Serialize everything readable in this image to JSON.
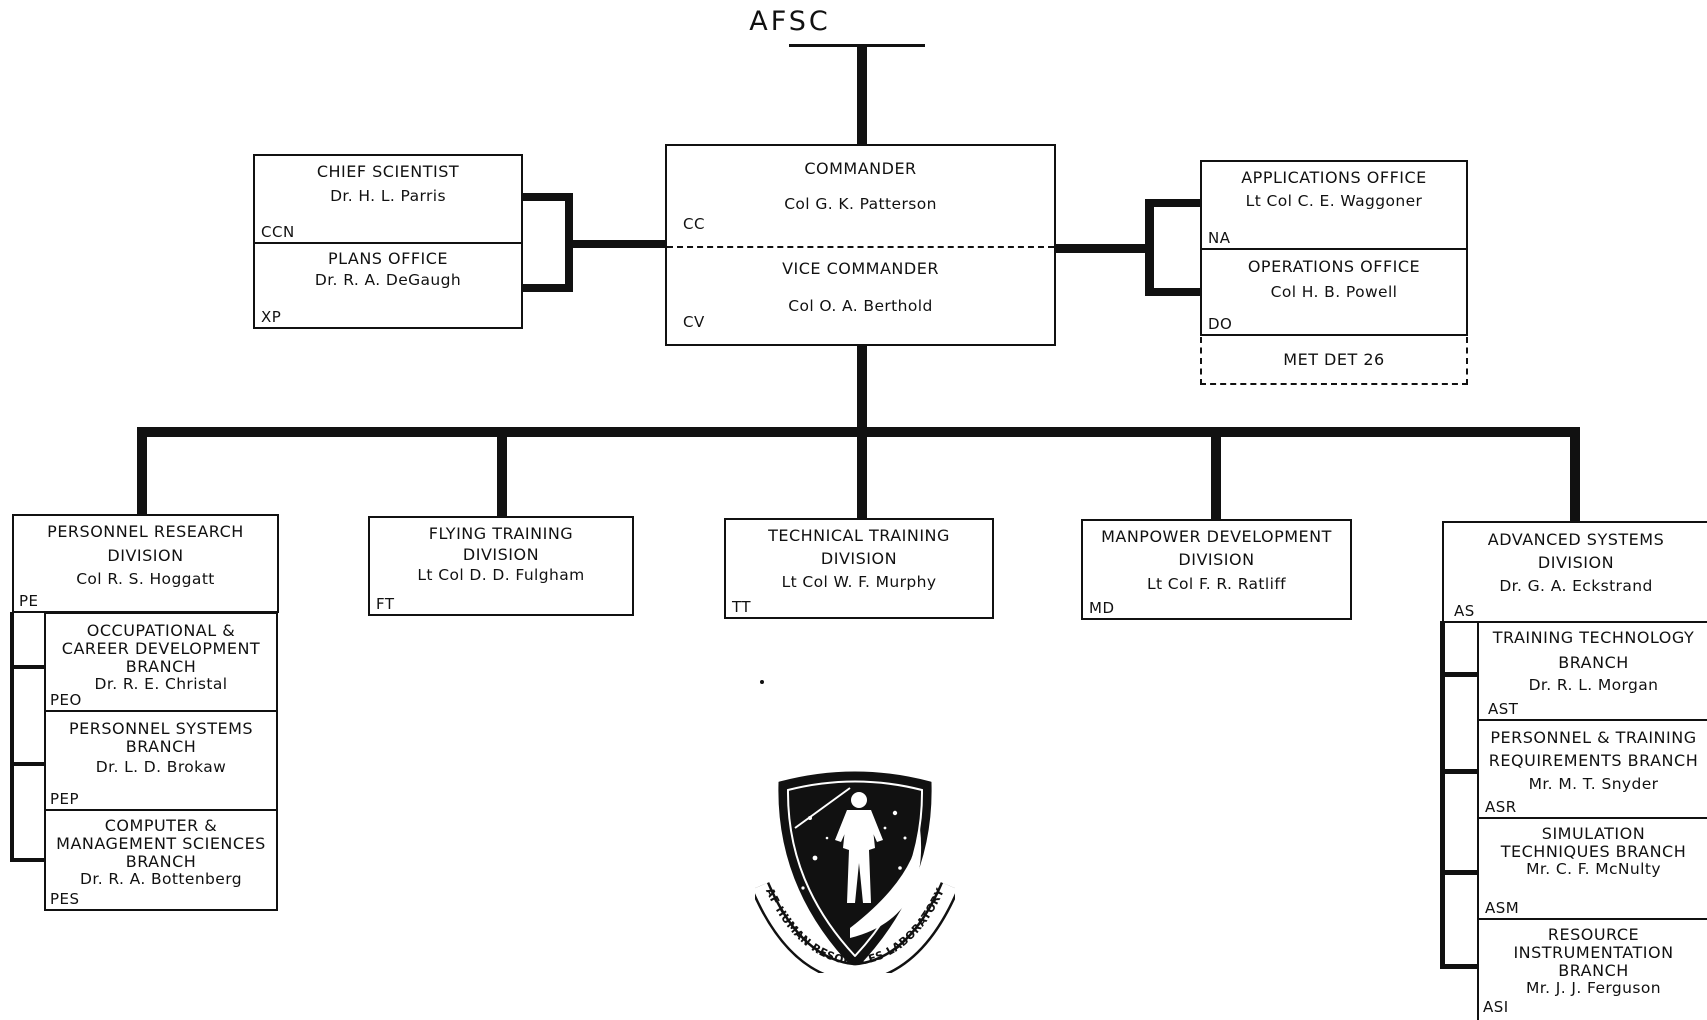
{
  "top": {
    "label": "AFSC"
  },
  "command": {
    "commander_title": "COMMANDER",
    "commander_name": "Col G. K. Patterson",
    "commander_code": "CC",
    "vice_title": "VICE COMMANDER",
    "vice_name": "Col O. A. Berthold",
    "vice_code": "CV"
  },
  "staff_left": [
    {
      "title": "CHIEF SCIENTIST",
      "name": "Dr. H. L. Parris",
      "code": "CCN"
    },
    {
      "title": "PLANS OFFICE",
      "name": "Dr. R. A. DeGaugh",
      "code": "XP"
    }
  ],
  "staff_right": [
    {
      "title": "APPLICATIONS OFFICE",
      "name": "Lt Col C. E. Waggoner",
      "code": "NA"
    },
    {
      "title": "OPERATIONS OFFICE",
      "name": "Col H. B. Powell",
      "code": "DO"
    }
  ],
  "detachment": {
    "label": "MET DET 26"
  },
  "divisions": {
    "personnel_research": {
      "title1": "PERSONNEL RESEARCH",
      "title2": "DIVISION",
      "name": "Col R. S. Hoggatt",
      "code": "PE",
      "branches": [
        {
          "lines": [
            "OCCUPATIONAL &",
            "CAREER DEVELOPMENT",
            "BRANCH"
          ],
          "name": "Dr. R. E. Christal",
          "code": "PEO"
        },
        {
          "lines": [
            "PERSONNEL SYSTEMS",
            "BRANCH"
          ],
          "name": "Dr. L. D. Brokaw",
          "code": "PEP"
        },
        {
          "lines": [
            "COMPUTER &",
            "MANAGEMENT SCIENCES",
            "BRANCH"
          ],
          "name": "Dr. R. A. Bottenberg",
          "code": "PES"
        }
      ]
    },
    "flying_training": {
      "title1": "FLYING TRAINING",
      "title2": "DIVISION",
      "name": "Lt Col D. D. Fulgham",
      "code": "FT"
    },
    "technical_training": {
      "title1": "TECHNICAL TRAINING",
      "title2": "DIVISION",
      "name": "Lt Col W. F. Murphy",
      "code": "TT"
    },
    "manpower_development": {
      "title1": "MANPOWER DEVELOPMENT",
      "title2": "DIVISION",
      "name": "Lt Col F. R. Ratliff",
      "code": "MD"
    },
    "advanced_systems": {
      "title1": "ADVANCED SYSTEMS",
      "title2": "DIVISION",
      "name": "Dr. G. A. Eckstrand",
      "code": "AS",
      "branches": [
        {
          "lines": [
            "TRAINING TECHNOLOGY",
            "BRANCH"
          ],
          "name": "Dr. R. L. Morgan",
          "code": "AST"
        },
        {
          "lines": [
            "PERSONNEL & TRAINING",
            "REQUIREMENTS BRANCH"
          ],
          "name": "Mr. M. T. Snyder",
          "code": "ASR"
        },
        {
          "lines": [
            "SIMULATION",
            "TECHNIQUES BRANCH"
          ],
          "name": "Mr. C. F. McNulty",
          "code": "ASM"
        },
        {
          "lines": [
            "RESOURCE",
            "INSTRUMENTATION",
            "BRANCH"
          ],
          "name": "Mr. J. J. Ferguson",
          "code": "ASI"
        }
      ]
    }
  },
  "emblem": {
    "icon": "af-human-resources-laboratory-shield",
    "text": "AF HUMAN RESOURCES LABORATORY"
  }
}
